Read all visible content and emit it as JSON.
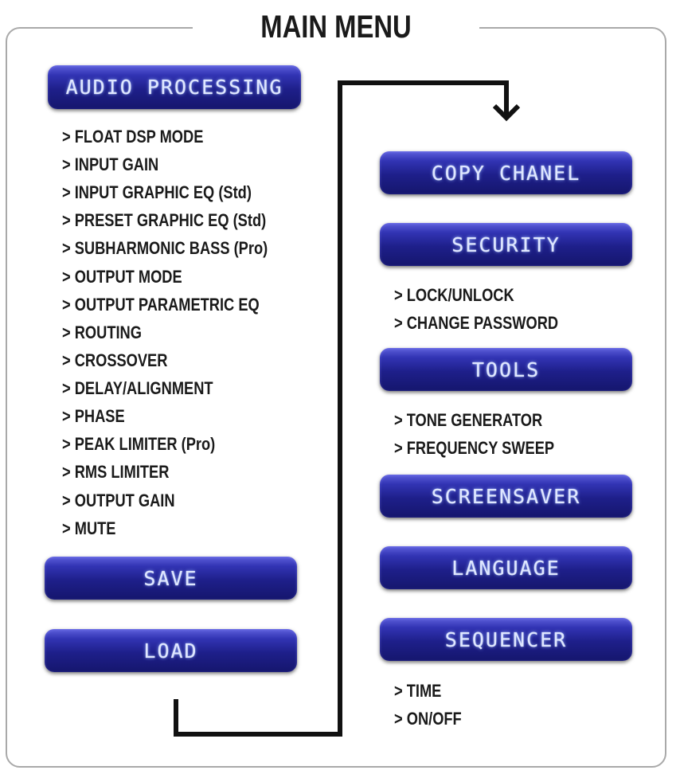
{
  "title": "MAIN MENU",
  "left_column": {
    "audio_processing": {
      "label": "AUDIO PROCESSING",
      "items": [
        "> FLOAT DSP MODE",
        "> INPUT GAIN",
        "> INPUT GRAPHIC EQ (Std)",
        "> PRESET GRAPHIC EQ (Std)",
        "> SUBHARMONIC BASS (Pro)",
        "> OUTPUT MODE",
        "> OUTPUT PARAMETRIC EQ",
        "> ROUTING",
        "> CROSSOVER",
        "> DELAY/ALIGNMENT",
        "> PHASE",
        "> PEAK LIMITER (Pro)",
        "> RMS LIMITER",
        "> OUTPUT GAIN",
        "> MUTE"
      ]
    },
    "save": {
      "label": "SAVE"
    },
    "load": {
      "label": "LOAD"
    }
  },
  "right_column": {
    "copy_chanel": {
      "label": "COPY CHANEL"
    },
    "security": {
      "label": "SECURITY",
      "items": [
        "> LOCK/UNLOCK",
        "> CHANGE PASSWORD"
      ]
    },
    "tools": {
      "label": "TOOLS",
      "items": [
        "> TONE GENERATOR",
        "> FREQUENCY SWEEP"
      ]
    },
    "screensaver": {
      "label": "SCREENSAVER"
    },
    "language": {
      "label": "LANGUAGE"
    },
    "sequencer": {
      "label": "SEQUENCER",
      "items": [
        "> TIME",
        "> ON/OFF"
      ]
    }
  },
  "colors": {
    "pill_dark": "#15166d",
    "pill_light": "#5d5fdb",
    "pill_text": "#dfe7ff",
    "frame": "#a9a9a9",
    "connector": "#111111"
  },
  "icons": {
    "connector_arrow": "arrow-down-icon"
  }
}
